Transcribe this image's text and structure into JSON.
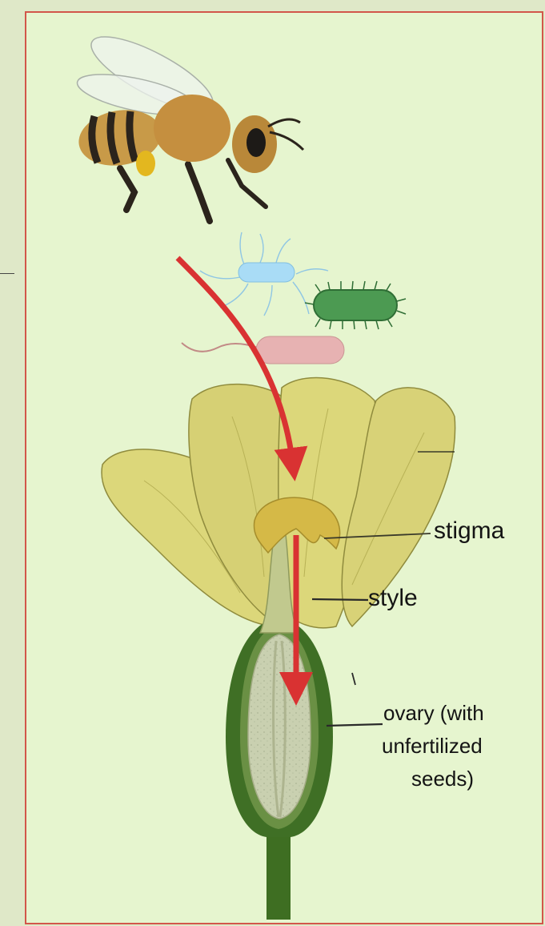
{
  "labels": {
    "stigma": "stigma",
    "style": "style",
    "ovary_line1": "ovary (with",
    "ovary_line2": "unfertilized",
    "ovary_line3": "seeds)"
  },
  "colors": {
    "page_background": "#dfe8c8",
    "panel_background": "#e6f5cf",
    "panel_border": "#d2564a",
    "arrow": "#d93232",
    "petal": "#dcd77a",
    "ovary_wall": "#3f6f25",
    "ovule_area": "#c7cfae",
    "bee_body": "#c89a48",
    "bee_stripe": "#2b241c",
    "pollen": "#e3b71f",
    "bacterium_blue": "#a9dcf6",
    "bacterium_green": "#4c9a52",
    "bacterium_pink": "#e7b2b2"
  }
}
